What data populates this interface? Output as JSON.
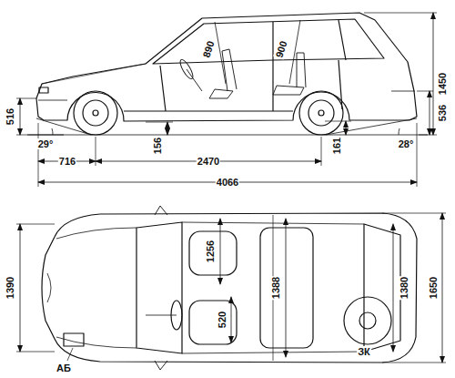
{
  "diagram": {
    "labels": [
      "890",
      "900",
      "1450",
      "516",
      "536",
      "29°",
      "28°",
      "716",
      "156",
      "2470",
      "161",
      "4066",
      "1390",
      "1256",
      "1388",
      "1380",
      "1650",
      "520",
      "ЗК",
      "АБ"
    ]
  }
}
